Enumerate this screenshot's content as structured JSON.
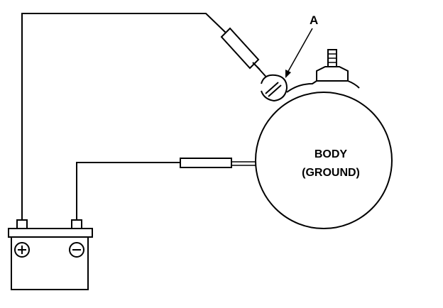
{
  "diagram": {
    "callout_label": "A",
    "body_line1": "BODY",
    "body_line2": "(GROUND)",
    "colors": {
      "ink": "#000000",
      "paper": "#ffffff"
    },
    "components": {
      "battery": "battery-icon",
      "starter_motor": "motor-body",
      "test_lead_positive": "test-lead",
      "test_lead_ground": "test-lead"
    }
  }
}
